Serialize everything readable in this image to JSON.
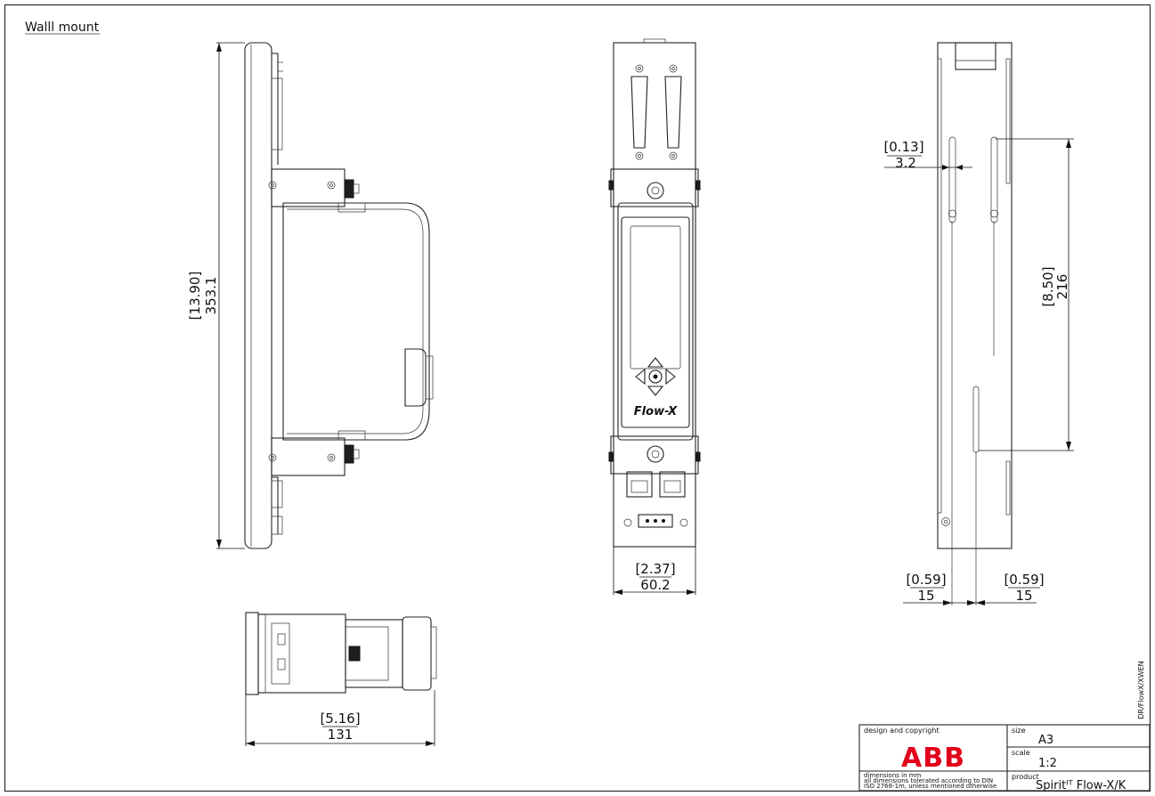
{
  "sheet_title": "Walll mount",
  "dimensions": {
    "side_height_in": "[13.90]",
    "side_height_mm": "353.1",
    "front_width_in": "[2.37]",
    "front_width_mm": "60.2",
    "rear_gap_in": "[0.13]",
    "rear_gap_mm": "3.2",
    "rear_pitch_in": "[8.50]",
    "rear_pitch_mm": "216",
    "rear_offset_left_in": "[0.59]",
    "rear_offset_left_mm": "15",
    "rear_offset_right_in": "[0.59]",
    "rear_offset_right_mm": "15",
    "top_depth_in": "[5.16]",
    "top_depth_mm": "131"
  },
  "device_logo": "Flow-X",
  "side_label": "DR/FlowX/XWEN",
  "title_block": {
    "design_label": "design and copyright",
    "company_logo": "ABB",
    "dims_note_1": "dimensions in mm",
    "dims_note_2": "all dimensions tolerated according to DIN",
    "dims_note_3": "ISO 2768-1m, unless mentioned otherwise",
    "size_label": "size",
    "size_value": "A3",
    "scale_label": "scale",
    "scale_value": "1:2",
    "product_label": "product",
    "product_value": "Spiritᴵᵀ Flow-X/K"
  },
  "colors": {
    "line": "#222222",
    "logo_red": "#e2001a"
  }
}
